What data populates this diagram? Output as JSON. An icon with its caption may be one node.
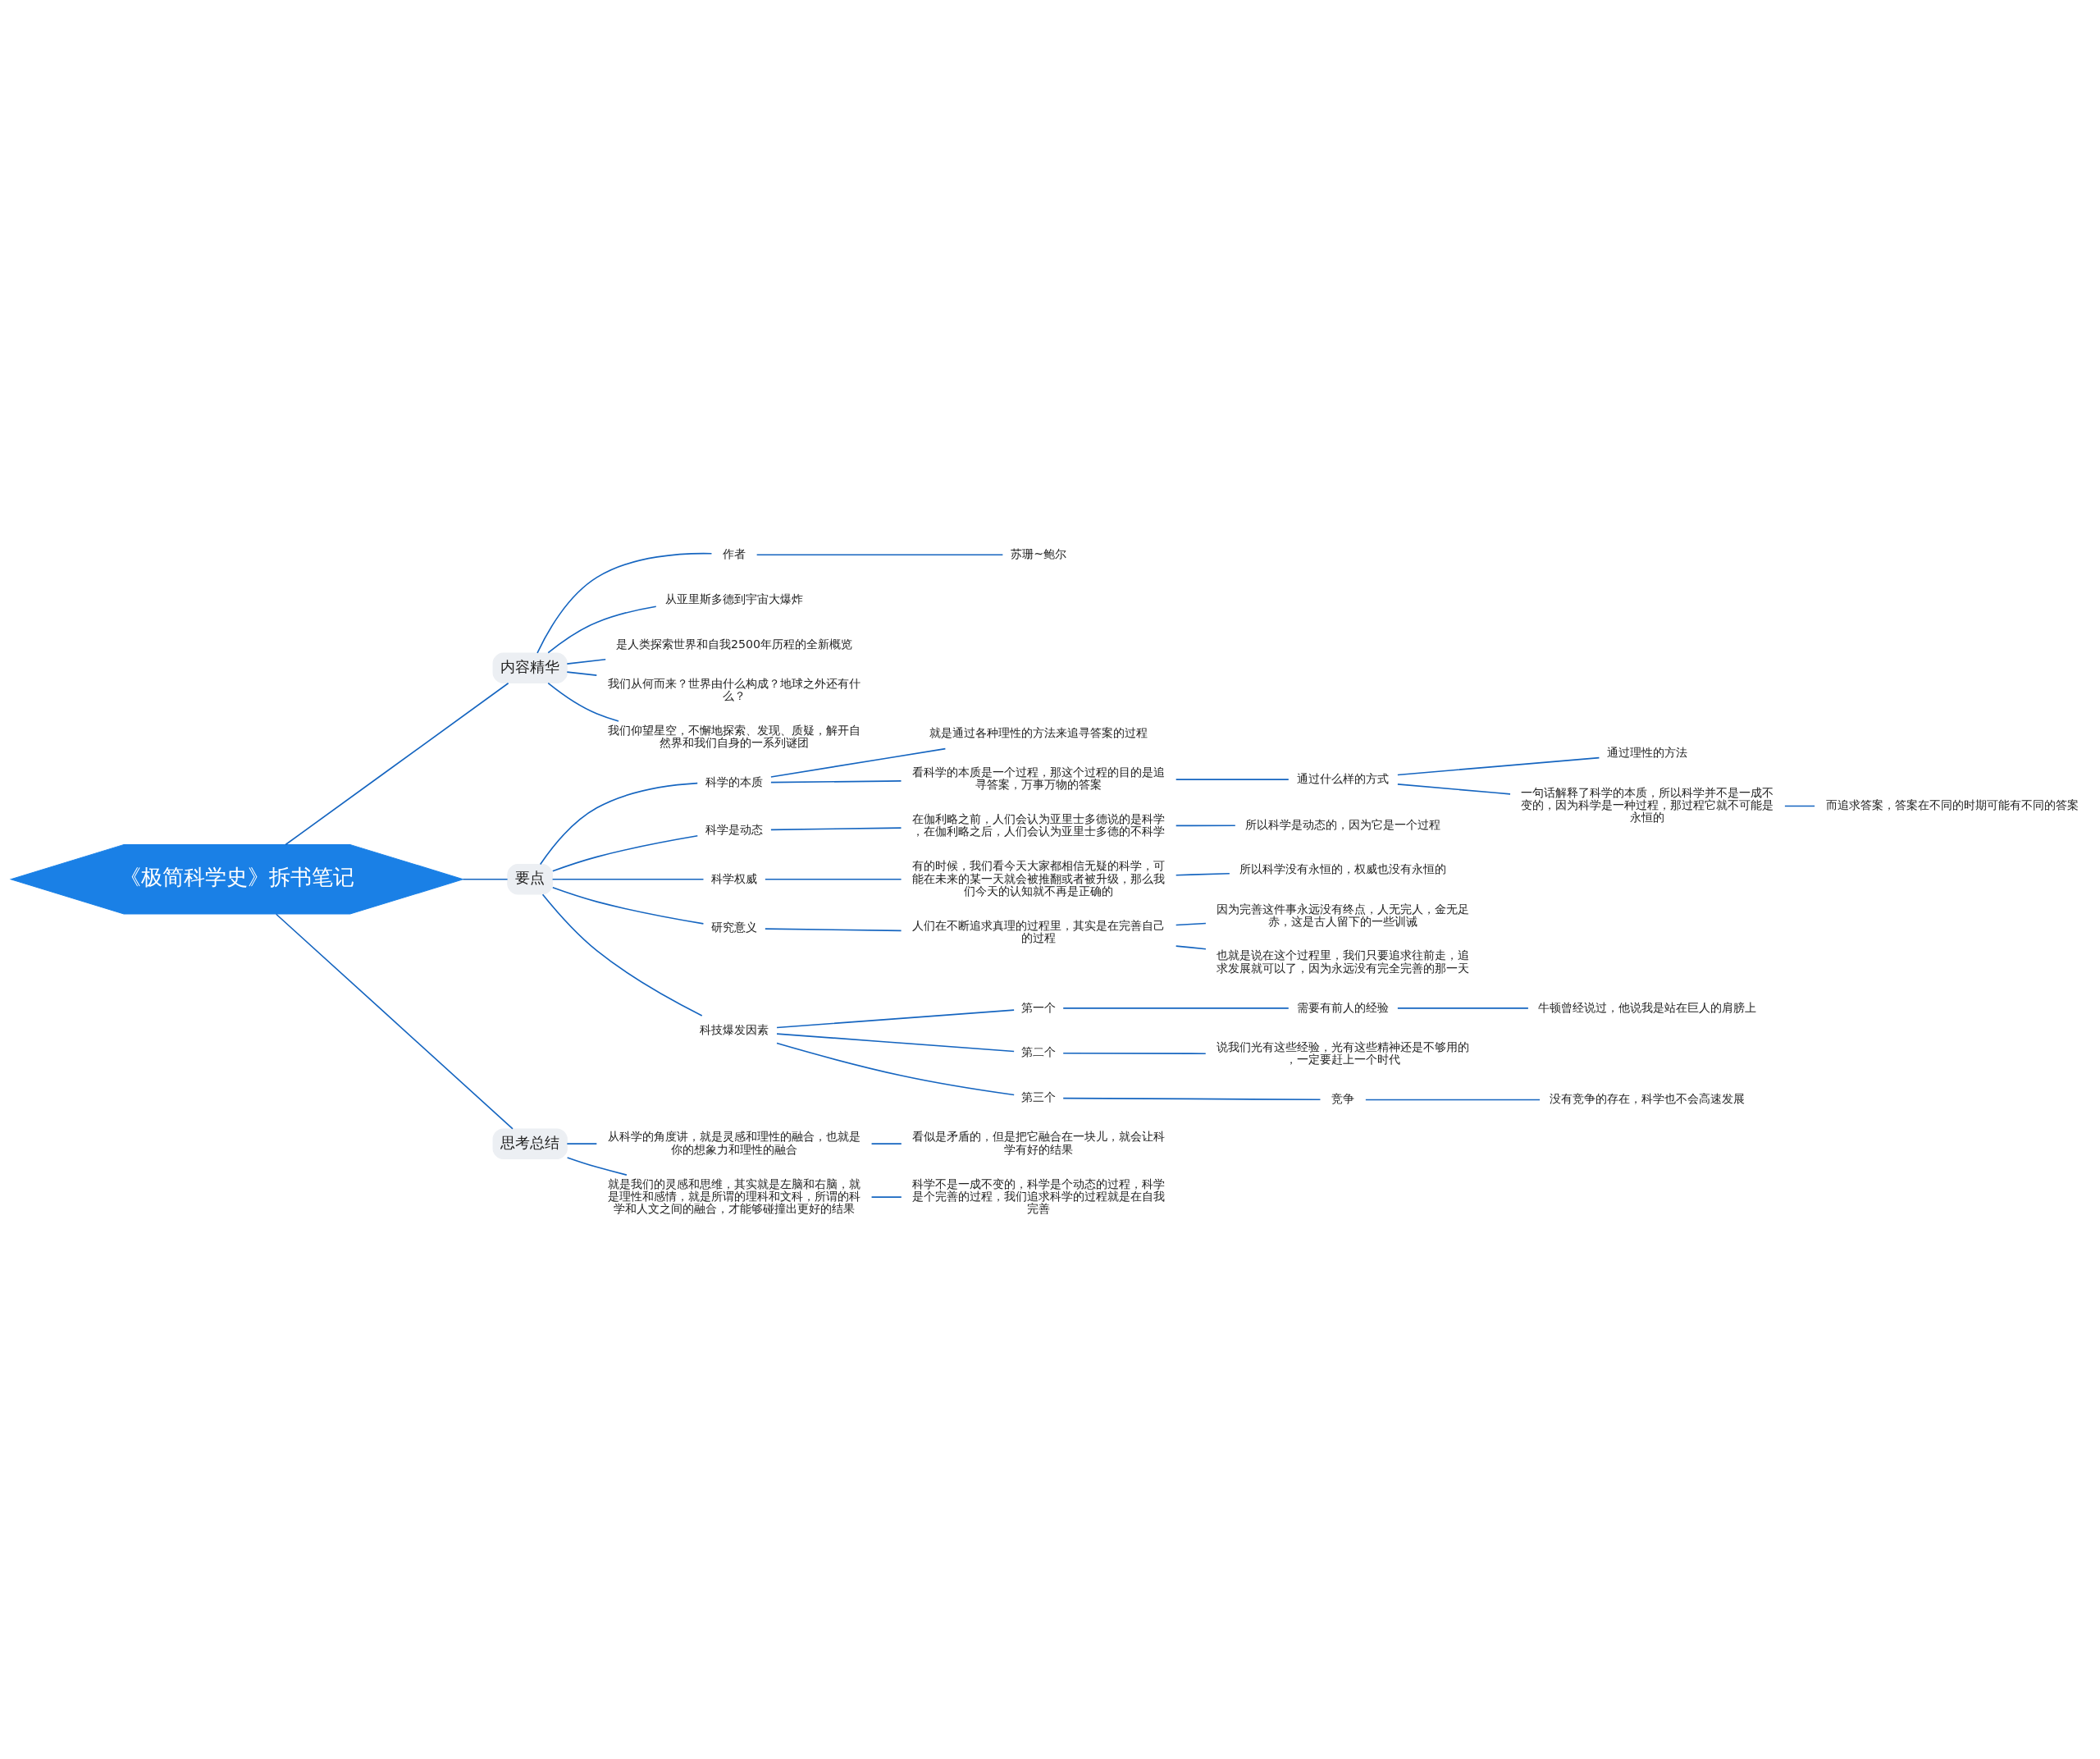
{
  "diagram": {
    "nodes": [
      {
        "text": [
          "《极简科学史》拆书笔记"
        ]
      },
      {
        "text": [
          "内容精华"
        ]
      },
      {
        "text": [
          "作者"
        ]
      },
      {
        "text": [
          "苏珊~鲍尔"
        ]
      },
      {
        "text": [
          "从亚里斯多德到宇宙大爆炸"
        ]
      },
      {
        "text": [
          "是人类探索世界和自我2500年历程的全新概览"
        ]
      },
      {
        "text": [
          "我们从何而来？世界由什么构成？地球之外还有什么？"
        ]
      },
      {
        "text": [
          "我们仰望星空，不懈地探索、发现、质疑，解开自然界和我们自身的一系列谜团"
        ]
      },
      {
        "text": [
          "要点"
        ]
      },
      {
        "text": [
          "科学的本质"
        ]
      },
      {
        "text": [
          "就是通过各种理性的方法来追寻答案的过程"
        ]
      },
      {
        "text": [
          "看科学的本质是一个过程，那这个过程的目的是追寻答案，万事万物的答案"
        ]
      },
      {
        "text": [
          "通过什么样的方式"
        ]
      },
      {
        "text": [
          "通过理性的方法"
        ]
      },
      {
        "text": [
          "一句话解释了科学的本质，所以科学并不是一成不变的，因为科学是一种过程，那过程它就不可能是永恒的"
        ]
      },
      {
        "text": [
          "而追求答案，答案在不同的时期可能有不同的答案"
        ]
      },
      {
        "text": [
          "科学是动态"
        ]
      },
      {
        "text": [
          "在伽利略之前，人们会认为亚里士多德说的是科学，在伽利略之后，人们会认为亚里士多德的不科学"
        ]
      },
      {
        "text": [
          "所以科学是动态的，因为它是一个过程"
        ]
      },
      {
        "text": [
          "科学权威"
        ]
      },
      {
        "text": [
          "有的时候，我们看今天大家都相信无疑的科学，可能在未来的某一天就会被推翻或者被升级，那么我们今天的认知就不再是正确的"
        ]
      },
      {
        "text": [
          "所以科学没有永恒的，权威也没有永恒的"
        ]
      },
      {
        "text": [
          "研究意义"
        ]
      },
      {
        "text": [
          "人们在不断追求真理的过程里，其实是在完善自己的过程"
        ]
      },
      {
        "text": [
          "因为完善这件事永远没有终点，人无完人，金无足赤，这是古人留下的一些训诫"
        ]
      },
      {
        "text": [
          "也就是说在这个过程里，我们只要追求往前走，追求发展就可以了，因为永远没有完全完善的那一天"
        ]
      },
      {
        "text": [
          "科技爆发因素"
        ]
      },
      {
        "text": [
          "第一个"
        ]
      },
      {
        "text": [
          "需要有前人的经验"
        ]
      },
      {
        "text": [
          "牛顿曾经说过，他说我是站在巨人的肩膀上"
        ]
      },
      {
        "text": [
          "第二个"
        ]
      },
      {
        "text": [
          "说我们光有这些经验，光有这些精神还是不够用的，一定要赶上一个时代"
        ]
      },
      {
        "text": [
          "第三个"
        ]
      },
      {
        "text": [
          "竞争"
        ]
      },
      {
        "text": [
          "没有竞争的存在，科学也不会高速发展"
        ]
      },
      {
        "text": [
          "思考总结"
        ]
      },
      {
        "text": [
          "从科学的角度讲，就是灵感和理性的融合，也就是你的想象力和理性的融合"
        ]
      },
      {
        "text": [
          "看似是矛盾的，但是把它融合在一块儿，就会让科学有好的结果"
        ]
      },
      {
        "text": [
          "就是我们的灵感和思维，其实就是左脑和右脑，就是理性和感情，就是所谓的理科和文科，所谓的科学和人文之间的融合，才能够碰撞出更好的结果"
        ]
      },
      {
        "text": [
          "科学不是一成不变的，科学是个动态的过程，科学是个完善的过程，我们追求科学的过程就是在自我完善"
        ]
      }
    ],
    "edges": [
      {
        "from": 0,
        "to": 1,
        "arrow": "none"
      },
      {
        "from": 1,
        "to": 2,
        "arrow": "none"
      },
      {
        "from": 2,
        "to": 3,
        "arrow": "none"
      },
      {
        "from": 1,
        "to": 4,
        "arrow": "none"
      },
      {
        "from": 1,
        "to": 5,
        "arrow": "none"
      },
      {
        "from": 1,
        "to": 6,
        "arrow": "none"
      },
      {
        "from": 1,
        "to": 7,
        "arrow": "none"
      },
      {
        "from": 0,
        "to": 8,
        "arrow": "none"
      },
      {
        "from": 8,
        "to": 9,
        "arrow": "none"
      },
      {
        "from": 9,
        "to": 10,
        "arrow": "none"
      },
      {
        "from": 9,
        "to": 11,
        "arrow": "none"
      },
      {
        "from": 11,
        "to": 12,
        "arrow": "none"
      },
      {
        "from": 12,
        "to": 13,
        "arrow": "none"
      },
      {
        "from": 12,
        "to": 14,
        "arrow": "none"
      },
      {
        "from": 14,
        "to": 15,
        "arrow": "none"
      },
      {
        "from": 8,
        "to": 16,
        "arrow": "none"
      },
      {
        "from": 16,
        "to": 17,
        "arrow": "none"
      },
      {
        "from": 17,
        "to": 18,
        "arrow": "none"
      },
      {
        "from": 8,
        "to": 19,
        "arrow": "none"
      },
      {
        "from": 19,
        "to": 20,
        "arrow": "none"
      },
      {
        "from": 20,
        "to": 21,
        "arrow": "none"
      },
      {
        "from": 8,
        "to": 22,
        "arrow": "none"
      },
      {
        "from": 22,
        "to": 23,
        "arrow": "none"
      },
      {
        "from": 23,
        "to": 24,
        "arrow": "none"
      },
      {
        "from": 23,
        "to": 25,
        "arrow": "none"
      },
      {
        "from": 8,
        "to": 26,
        "arrow": "none"
      },
      {
        "from": 26,
        "to": 27,
        "arrow": "none"
      },
      {
        "from": 27,
        "to": 28,
        "arrow": "none"
      },
      {
        "from": 28,
        "to": 29,
        "arrow": "none"
      },
      {
        "from": 26,
        "to": 30,
        "arrow": "none"
      },
      {
        "from": 30,
        "to": 31,
        "arrow": "none"
      },
      {
        "from": 26,
        "to": 32,
        "arrow": "none"
      },
      {
        "from": 32,
        "to": 33,
        "arrow": "none"
      },
      {
        "from": 33,
        "to": 34,
        "arrow": "none"
      },
      {
        "from": 0,
        "to": 35,
        "arrow": "none"
      },
      {
        "from": 35,
        "to": 36,
        "arrow": "none"
      },
      {
        "from": 36,
        "to": 37,
        "arrow": "none"
      },
      {
        "from": 35,
        "to": 38,
        "arrow": "none"
      },
      {
        "from": 38,
        "to": 39,
        "arrow": "none"
      }
    ]
  }
}
